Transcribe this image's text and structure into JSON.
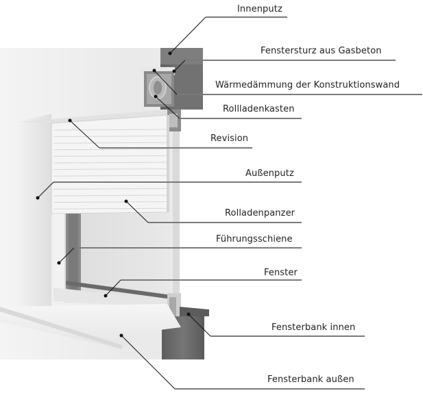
{
  "diagram": {
    "subject": "Roller shutter window installation cross-section",
    "colors": {
      "text": "#1e1e1e",
      "leader_line": "#7a7a7a",
      "pointer": "#111111",
      "wall_light": "#ececec",
      "wall_dark": "#6f6f6f",
      "shutter": "#f4f4f4",
      "sill": "#f0f0f0"
    },
    "labels": [
      {
        "id": "innenputz",
        "text": "Innenputz"
      },
      {
        "id": "fenstersturz",
        "text": "Fenstersturz aus Gasbeton"
      },
      {
        "id": "waermedaemmung",
        "text": "Wärmedämmung der Konstruktionswand"
      },
      {
        "id": "rollladenkasten",
        "text": "Rollladenkasten"
      },
      {
        "id": "revision",
        "text": "Revision"
      },
      {
        "id": "aussenputz",
        "text": "Außenputz"
      },
      {
        "id": "rolladenpanzer",
        "text": "Rolladenpanzer"
      },
      {
        "id": "fuehrungsschiene",
        "text": "Führungsschiene"
      },
      {
        "id": "fenster",
        "text": "Fenster"
      },
      {
        "id": "fensterbank-innen",
        "text": "Fensterbank innen"
      },
      {
        "id": "fensterbank-aussen",
        "text": "Fensterbank außen"
      }
    ]
  }
}
